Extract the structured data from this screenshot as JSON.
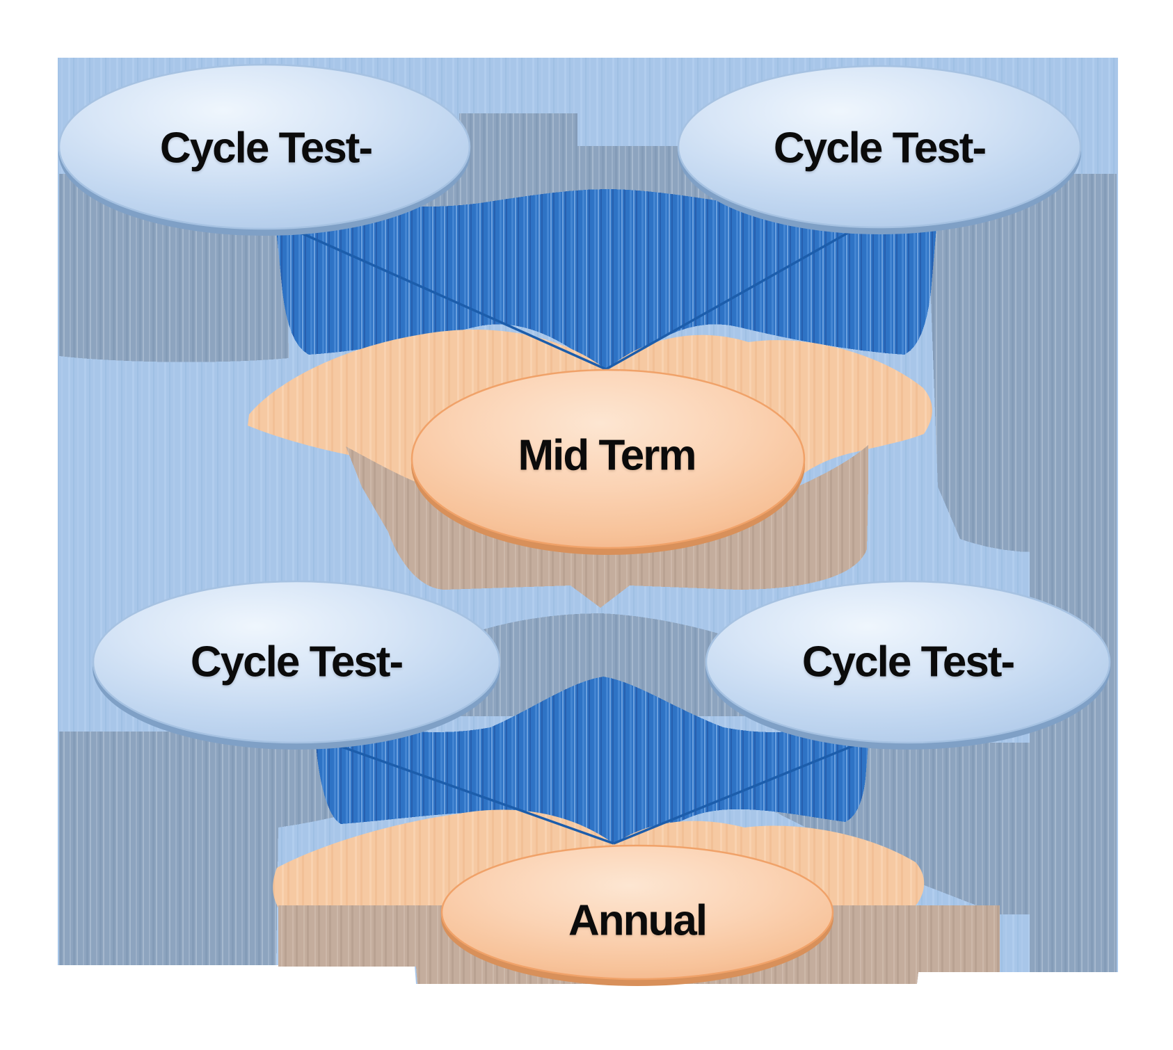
{
  "diagram": {
    "type": "convergence-flowchart",
    "canvas": {
      "background": "#ffffff",
      "field_color": "#a8c6e9"
    },
    "nodes": [
      {
        "id": "cycle-test-1",
        "label": "Cycle Test-",
        "shape": "ellipse",
        "row": "top-left",
        "fill": "#c9dcf3",
        "border": "#9ab9de",
        "text_color": "#0b0b0b"
      },
      {
        "id": "cycle-test-2",
        "label": "Cycle Test-",
        "shape": "ellipse",
        "row": "top-right",
        "fill": "#c9dcf3",
        "border": "#9ab9de",
        "text_color": "#0b0b0b"
      },
      {
        "id": "mid-term",
        "label": "Mid Term",
        "shape": "ellipse",
        "row": "middle",
        "fill": "#f8c9a3",
        "border": "#ee9e62",
        "text_color": "#0b0b0b"
      },
      {
        "id": "cycle-test-3",
        "label": "Cycle Test-",
        "shape": "ellipse",
        "row": "lower-left",
        "fill": "#c9dcf3",
        "border": "#9ab9de",
        "text_color": "#0b0b0b"
      },
      {
        "id": "cycle-test-4",
        "label": "Cycle Test-",
        "shape": "ellipse",
        "row": "lower-right",
        "fill": "#c9dcf3",
        "border": "#9ab9de",
        "text_color": "#0b0b0b"
      },
      {
        "id": "annual",
        "label": "Annual",
        "shape": "ellipse",
        "row": "bottom",
        "fill": "#f8c9a3",
        "border": "#ee9e62",
        "text_color": "#0b0b0b"
      }
    ],
    "edges": [
      {
        "from": "cycle-test-1",
        "to": "mid-term"
      },
      {
        "from": "cycle-test-2",
        "to": "mid-term"
      },
      {
        "from": "cycle-test-3",
        "to": "annual"
      },
      {
        "from": "cycle-test-4",
        "to": "annual"
      }
    ],
    "colors": {
      "connector": "#1c5dab",
      "funnel_stripe_blue": "#2f74c6",
      "shadow_slate": "#8da4bf",
      "glow_peach": "#f6c9a2",
      "shadow_tan": "#c4ad9d",
      "blue_node_gradient": [
        "#eef5fd",
        "#a8c4e6"
      ],
      "orange_node_gradient": [
        "#fde6d2",
        "#efa678"
      ]
    }
  }
}
